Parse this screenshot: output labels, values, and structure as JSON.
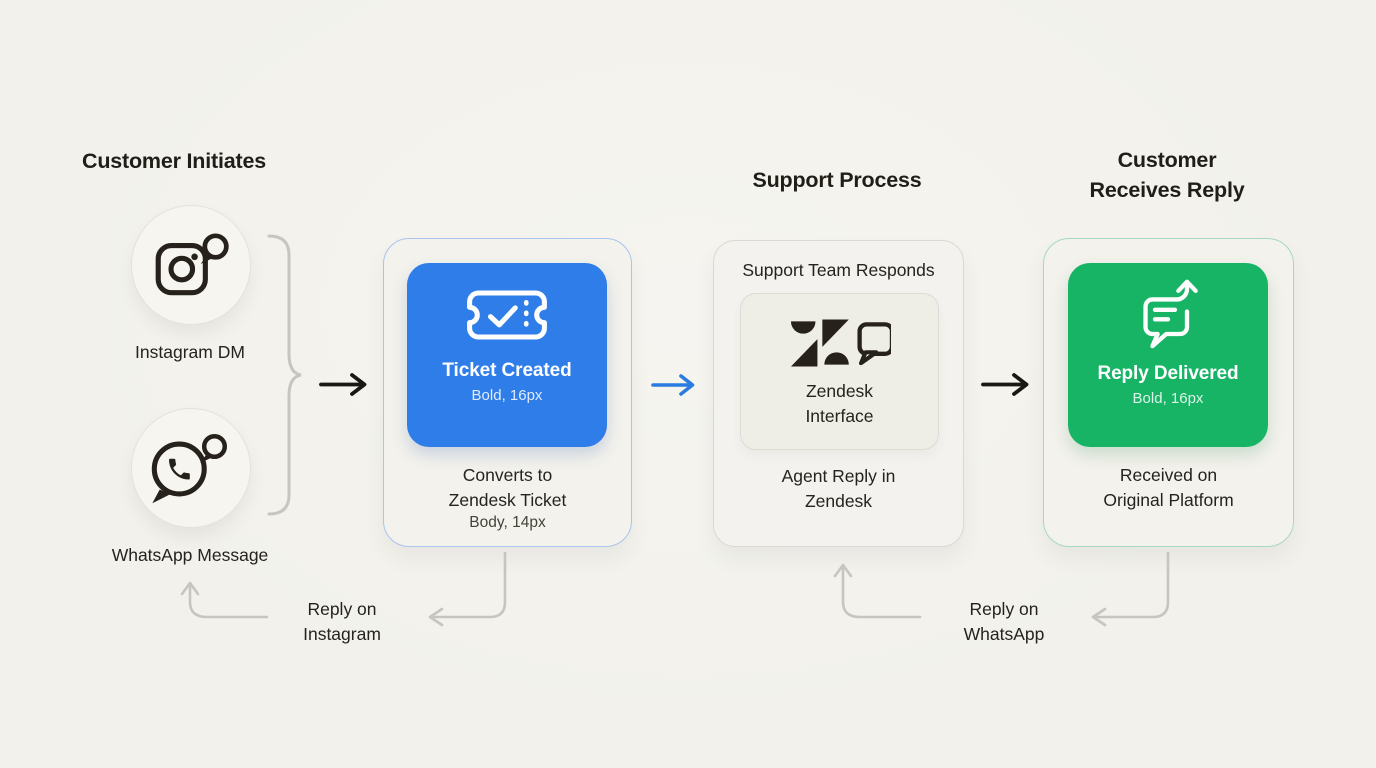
{
  "colors": {
    "background": "#f2f1eb",
    "blue_accent": "#2f7de9",
    "green_accent": "#17b466",
    "blue_card_border": "#a9c4ef",
    "green_card_border": "#a6d9bd",
    "connector_gray": "#c6c5bf",
    "arrow_dark": "#1b1813",
    "arrow_blue": "#2a7ce0"
  },
  "stage_initiate": {
    "heading": "Customer Initiates",
    "channels": [
      {
        "label": "Instagram DM",
        "icon": "instagram-dm-icon"
      },
      {
        "label": "WhatsApp Message",
        "icon": "whatsapp-message-icon"
      }
    ]
  },
  "node_ticket": {
    "title": "Ticket Created",
    "title_annotation": "Bold, 16px",
    "body_line1": "Converts to",
    "body_line2": "Zendesk Ticket",
    "body_annotation": "Body, 14px",
    "icon": "ticket-check-icon"
  },
  "stage_support": {
    "heading": "Support Process",
    "card_title": "Support Team Responds",
    "tool": {
      "icon": "zendesk-chat-icon",
      "label_line1": "Zendesk",
      "label_line2": "Interface"
    },
    "body_line1": "Agent Reply in",
    "body_line2": "Zendesk"
  },
  "stage_receive": {
    "heading_line1": "Customer",
    "heading_line2": "Receives Reply",
    "node": {
      "title": "Reply Delivered",
      "title_annotation": "Bold, 16px",
      "body_line1": "Received on",
      "body_line2": "Original Platform",
      "icon": "chat-arrow-up-icon"
    }
  },
  "reply_loops": {
    "instagram": {
      "line1": "Reply on",
      "line2": "Instagram"
    },
    "whatsapp": {
      "line1": "Reply on",
      "line2": "WhatsApp"
    }
  }
}
